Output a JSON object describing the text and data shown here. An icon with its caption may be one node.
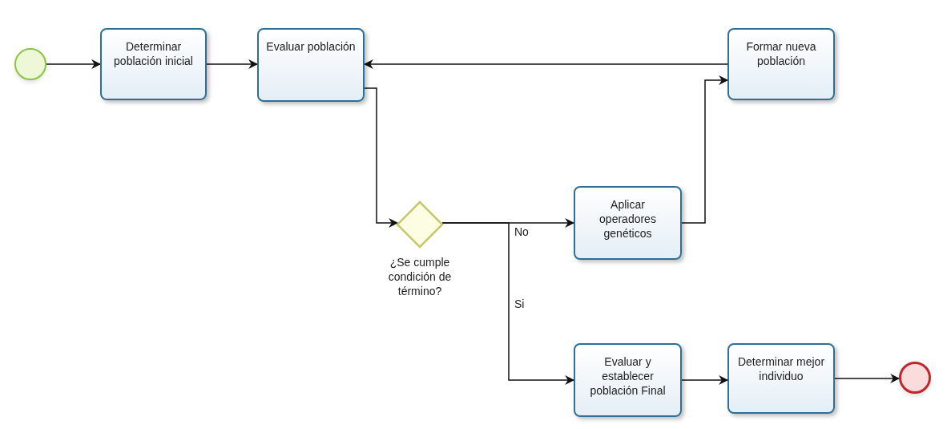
{
  "diagram": {
    "nodes": [
      {
        "text": [],
        "shape": "circle"
      },
      {
        "text": [
          "Determinar población inicial"
        ]
      },
      {
        "text": [
          "Evaluar población"
        ]
      },
      {
        "text": [
          "Formar nueva población"
        ]
      },
      {
        "text": [
          "¿Se cumple condición de término?"
        ]
      },
      {
        "text": [
          "Aplicar operadores genéticos"
        ]
      },
      {
        "text": [
          "Evaluar y establecer población Final"
        ]
      },
      {
        "text": [
          "Determinar mejor individuo"
        ]
      },
      {
        "text": [],
        "shape": "circle"
      }
    ],
    "edges": [
      {
        "from": 0,
        "to": 1,
        "arrow": "to"
      },
      {
        "from": 1,
        "to": 2,
        "arrow": "to"
      },
      {
        "from": 2,
        "to": 4,
        "arrow": "to"
      },
      {
        "from": 3,
        "to": 2,
        "arrow": "to"
      },
      {
        "from": 4,
        "to": 5,
        "label": "No",
        "arrow": "to"
      },
      {
        "from": 4,
        "to": 6,
        "label": "Si",
        "arrow": "to"
      },
      {
        "from": 5,
        "to": 3,
        "arrow": "to"
      },
      {
        "from": 6,
        "to": 7,
        "arrow": "to"
      },
      {
        "from": 7,
        "to": 8,
        "arrow": "to"
      }
    ]
  }
}
